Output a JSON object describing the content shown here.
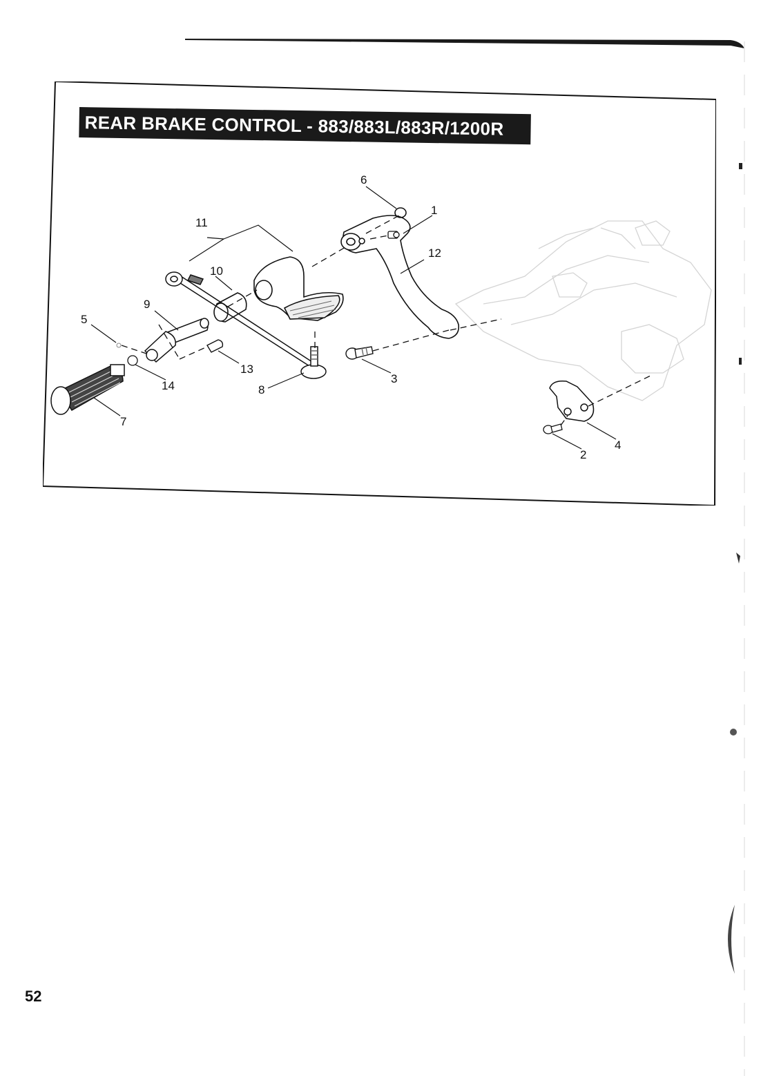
{
  "figure": {
    "title": "REAR BRAKE CONTROL - 883/883L/883R/1200R",
    "callouts": [
      "1",
      "2",
      "3",
      "4",
      "5",
      "6",
      "7",
      "8",
      "9",
      "10",
      "11",
      "12",
      "13",
      "14"
    ]
  },
  "page": {
    "number": "52"
  },
  "colors": {
    "ink": "#111111",
    "banner": "#1a1a1a",
    "ghost_part": "#cfcfcf"
  }
}
